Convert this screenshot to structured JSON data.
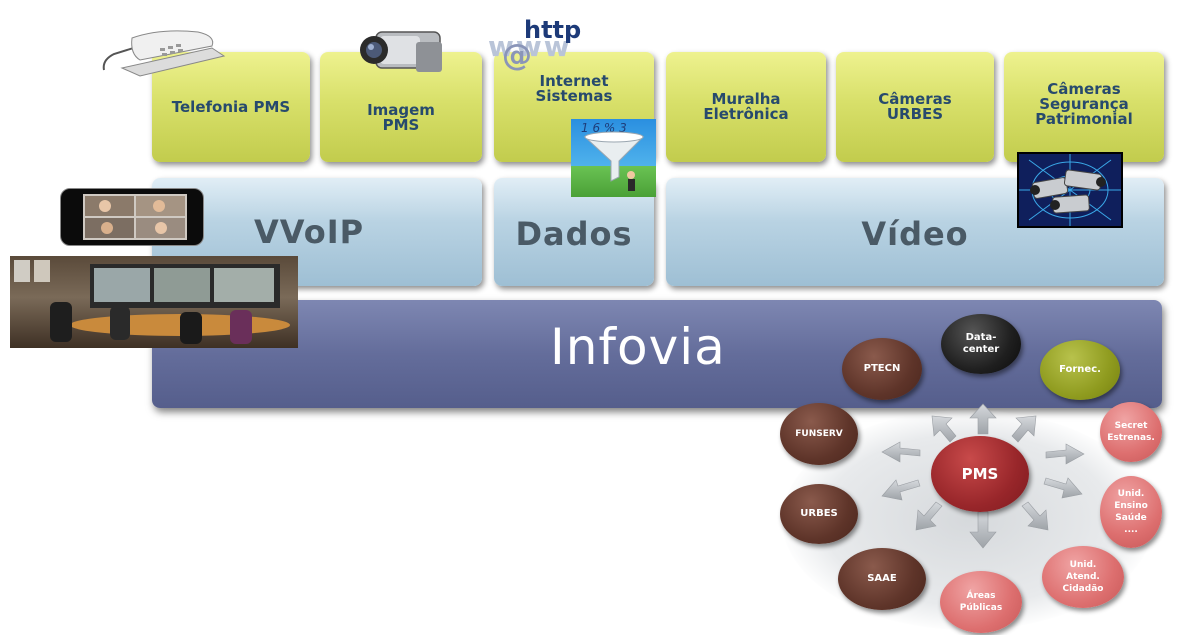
{
  "services": [
    {
      "id": "telefonia",
      "lines": [
        "Telefonia PMS"
      ]
    },
    {
      "id": "imagem",
      "lines": [
        "Imagem",
        "PMS"
      ]
    },
    {
      "id": "internet",
      "lines": [
        "Internet",
        "Sistemas"
      ]
    },
    {
      "id": "muralha",
      "lines": [
        "Muralha",
        "Eletrônica"
      ]
    },
    {
      "id": "cameras-urbes",
      "lines": [
        "Câmeras",
        "URBES"
      ]
    },
    {
      "id": "cameras-seguranca",
      "lines": [
        "Câmeras",
        "Segurança",
        "Patrimonial"
      ]
    }
  ],
  "layers": {
    "vvoip": "VVoIP",
    "dados": "Dados",
    "video": "Vídeo"
  },
  "infovia": "Infovia",
  "icons": {
    "http_text": "http",
    "at_symbol": "@",
    "www_text": "www",
    "funnel_numbers": "1 6 % 3"
  },
  "hub": {
    "center": "PMS",
    "nodes": {
      "ptecn": [
        "PTECN"
      ],
      "datacenter": [
        "Data-",
        "center"
      ],
      "fornec": [
        "Fornec."
      ],
      "funserv": [
        "FUNSERV"
      ],
      "urbes": [
        "URBES"
      ],
      "saae": [
        "SAAE"
      ],
      "areas": [
        "Áreas",
        "Públicas"
      ],
      "unid_atend": [
        "Unid.",
        "Atend.",
        "Cidadão"
      ],
      "unid_ensino": [
        "Unid.",
        "Ensino",
        "Saúde",
        "...."
      ],
      "secret": [
        "Secret",
        "Estrenas."
      ]
    }
  },
  "colors": {
    "service_fill": "#d8e06a",
    "service_text": "#274a6d",
    "layer_fill": "#b9d3e3",
    "layer_text": "#4a5a66",
    "infovia_fill": "#646d9b",
    "node_brown": "#5e3429",
    "node_pink": "#dd6f6f",
    "node_pms": "#98262a",
    "node_dark": "#1f1f1f",
    "node_olive": "#8f9b1f",
    "arrow_gray": "#b8bcc0"
  }
}
